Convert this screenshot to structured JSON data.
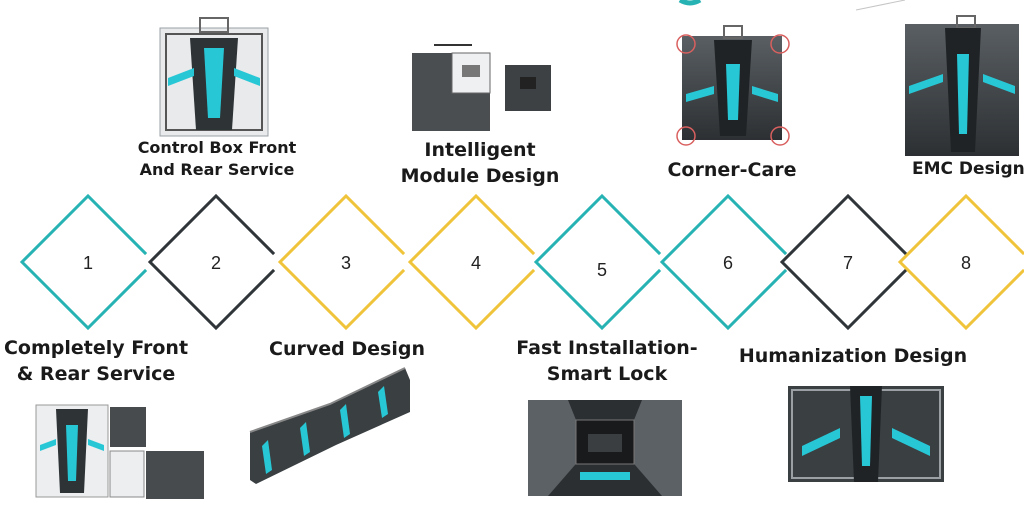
{
  "steps": [
    {
      "number": "1",
      "color": "#27b3b3"
    },
    {
      "number": "2",
      "color": "#2f3538"
    },
    {
      "number": "3",
      "color": "#f0c43a"
    },
    {
      "number": "4",
      "color": "#f0c43a"
    },
    {
      "number": "5",
      "color": "#27b3b3"
    },
    {
      "number": "6",
      "color": "#27b3b3"
    },
    {
      "number": "7",
      "color": "#2f3538"
    },
    {
      "number": "8",
      "color": "#f0c43a"
    }
  ],
  "colors": {
    "teal": "#27b3b3",
    "dark": "#2f3538",
    "yellow": "#f0c43a",
    "cyan_accent": "#28c7d6"
  },
  "features": {
    "f1": {
      "line1": "Completely Front",
      "line2": "& Rear Service"
    },
    "f2": {
      "line1": "Control Box Front",
      "line2": "And Rear Service"
    },
    "f3": {
      "label": "Curved Design"
    },
    "f4": {
      "line1": "Intelligent",
      "line2": "Module Design"
    },
    "f5": {
      "line1": "Fast Installation-",
      "line2": "Smart Lock"
    },
    "f6": {
      "label": "Corner-Care"
    },
    "f7": {
      "label": "Humanization Design"
    },
    "f8": {
      "label": "EMC Design"
    }
  },
  "icons": [
    "cabinet-photo",
    "module-photo",
    "curved-wall-photo",
    "smart-lock-photo",
    "humanization-photo",
    "emc-photo"
  ]
}
